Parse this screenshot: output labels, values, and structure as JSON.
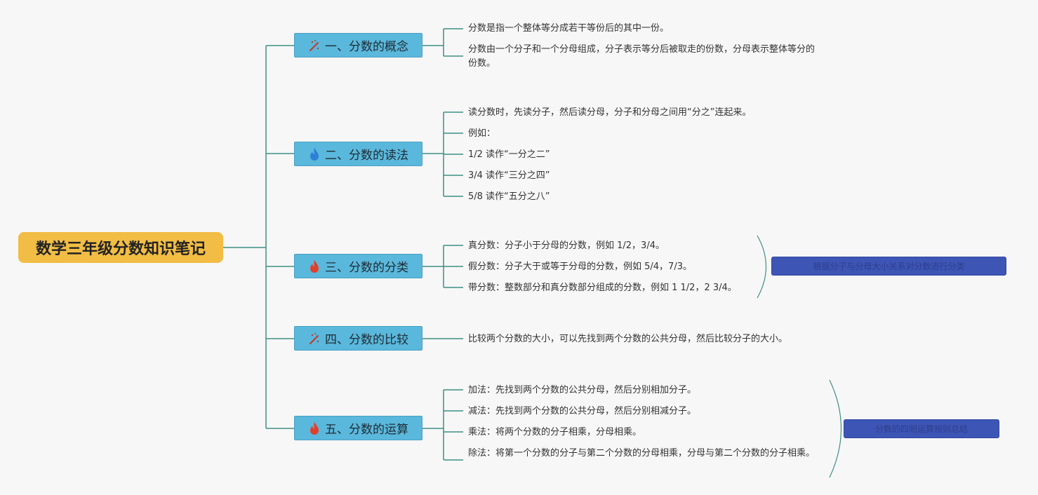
{
  "root": {
    "title": "数学三年级分数知识笔记"
  },
  "branches": [
    {
      "label": "一、分数的概念",
      "icon": "wand-icon",
      "items": [
        "分数是指一个整体等分成若干等份后的其中一份。",
        "分数由一个分子和一个分母组成，分子表示等分后被取走的份数，分母表示整体等分的份数。"
      ]
    },
    {
      "label": "二、分数的读法",
      "icon": "flame-blue-icon",
      "items": [
        "读分数时，先读分子，然后读分母，分子和分母之间用“分之”连起来。",
        "例如：",
        "1/2 读作“一分之二”",
        "3/4 读作“三分之四”",
        "5/8 读作“五分之八”"
      ]
    },
    {
      "label": "三、分数的分类",
      "icon": "flame-red-icon",
      "items": [
        "真分数：分子小于分母的分数，例如 1/2，3/4。",
        "假分数：分子大于或等于分母的分数，例如 5/4，7/3。",
        "带分数：整数部分和真分数部分组成的分数，例如 1 1/2，2 3/4。"
      ],
      "note": "根据分子与分母大小关系对分数进行分类"
    },
    {
      "label": "四、分数的比较",
      "icon": "wand-icon",
      "items": [
        "比较两个分数的大小，可以先找到两个分数的公共分母，然后比较分子的大小。"
      ]
    },
    {
      "label": "五、分数的运算",
      "icon": "flame-red-icon",
      "items": [
        "加法：先找到两个分数的公共分母，然后分别相加分子。",
        "减法：先找到两个分数的公共分母，然后分别相减分子。",
        "乘法：将两个分数的分子相乘，分母相乘。",
        "除法：将第一个分数的分子与第二个分数的分母相乘，分母与第二个分数的分子相乘。"
      ],
      "note": "分数的四则运算规则总结"
    }
  ]
}
